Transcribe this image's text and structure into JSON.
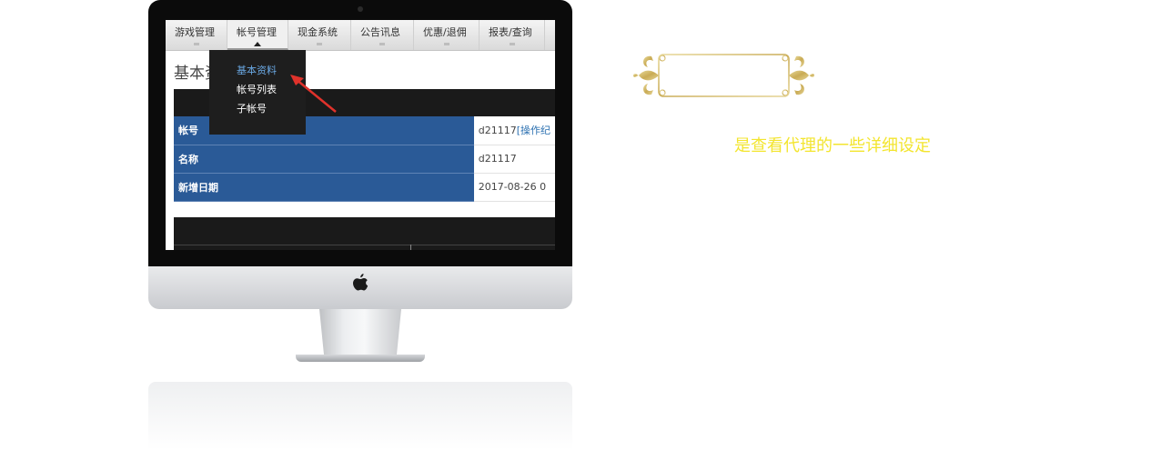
{
  "nav": {
    "tabs": [
      {
        "label": "游戏管理"
      },
      {
        "label": "帐号管理"
      },
      {
        "label": "现金系统"
      },
      {
        "label": "公告讯息"
      },
      {
        "label": "优惠/退佣"
      },
      {
        "label": "报表/查询"
      }
    ],
    "active_tab": "帐号管理"
  },
  "dropdown": {
    "items": [
      "基本资料",
      "帐号列表",
      "子帐号"
    ],
    "active": "基本资料"
  },
  "page": {
    "title": "基本资料"
  },
  "info": {
    "rows": [
      {
        "key": "帐号",
        "value": "d21117",
        "link": "[操作纪"
      },
      {
        "key": "名称",
        "value": "d21117",
        "link": ""
      },
      {
        "key": "新增日期",
        "value": "2017-08-26 0",
        "link": ""
      }
    ]
  },
  "caption": "是查看代理的一些详细设定",
  "colors": {
    "accent_blue": "#2a5a97",
    "dropdown_bg": "#1e1e1e",
    "arrow_red": "#e0322b",
    "caption_yellow": "#f3e52f",
    "ornament_gold": "#d4bd72"
  },
  "icons": {
    "logo": "apple-logo-icon",
    "pointer": "red-arrow-icon",
    "ornament": "gold-ornament-frame"
  }
}
